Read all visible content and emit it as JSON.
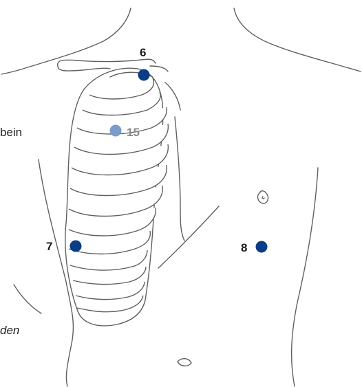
{
  "clipped_labels": {
    "left_upper": "bein",
    "left_lower": "den"
  },
  "colors": {
    "point_dark": "#0a3d86",
    "point_light": "#7b9cc8",
    "label_dark": "#1a1a1a",
    "label_light": "#8a8a8a"
  },
  "points": [
    {
      "id": "6",
      "label": "6",
      "shade": "dark"
    },
    {
      "id": "15",
      "label": "15",
      "shade": "light"
    },
    {
      "id": "7",
      "label": "7",
      "shade": "dark"
    },
    {
      "id": "8",
      "label": "8",
      "shade": "dark"
    }
  ]
}
